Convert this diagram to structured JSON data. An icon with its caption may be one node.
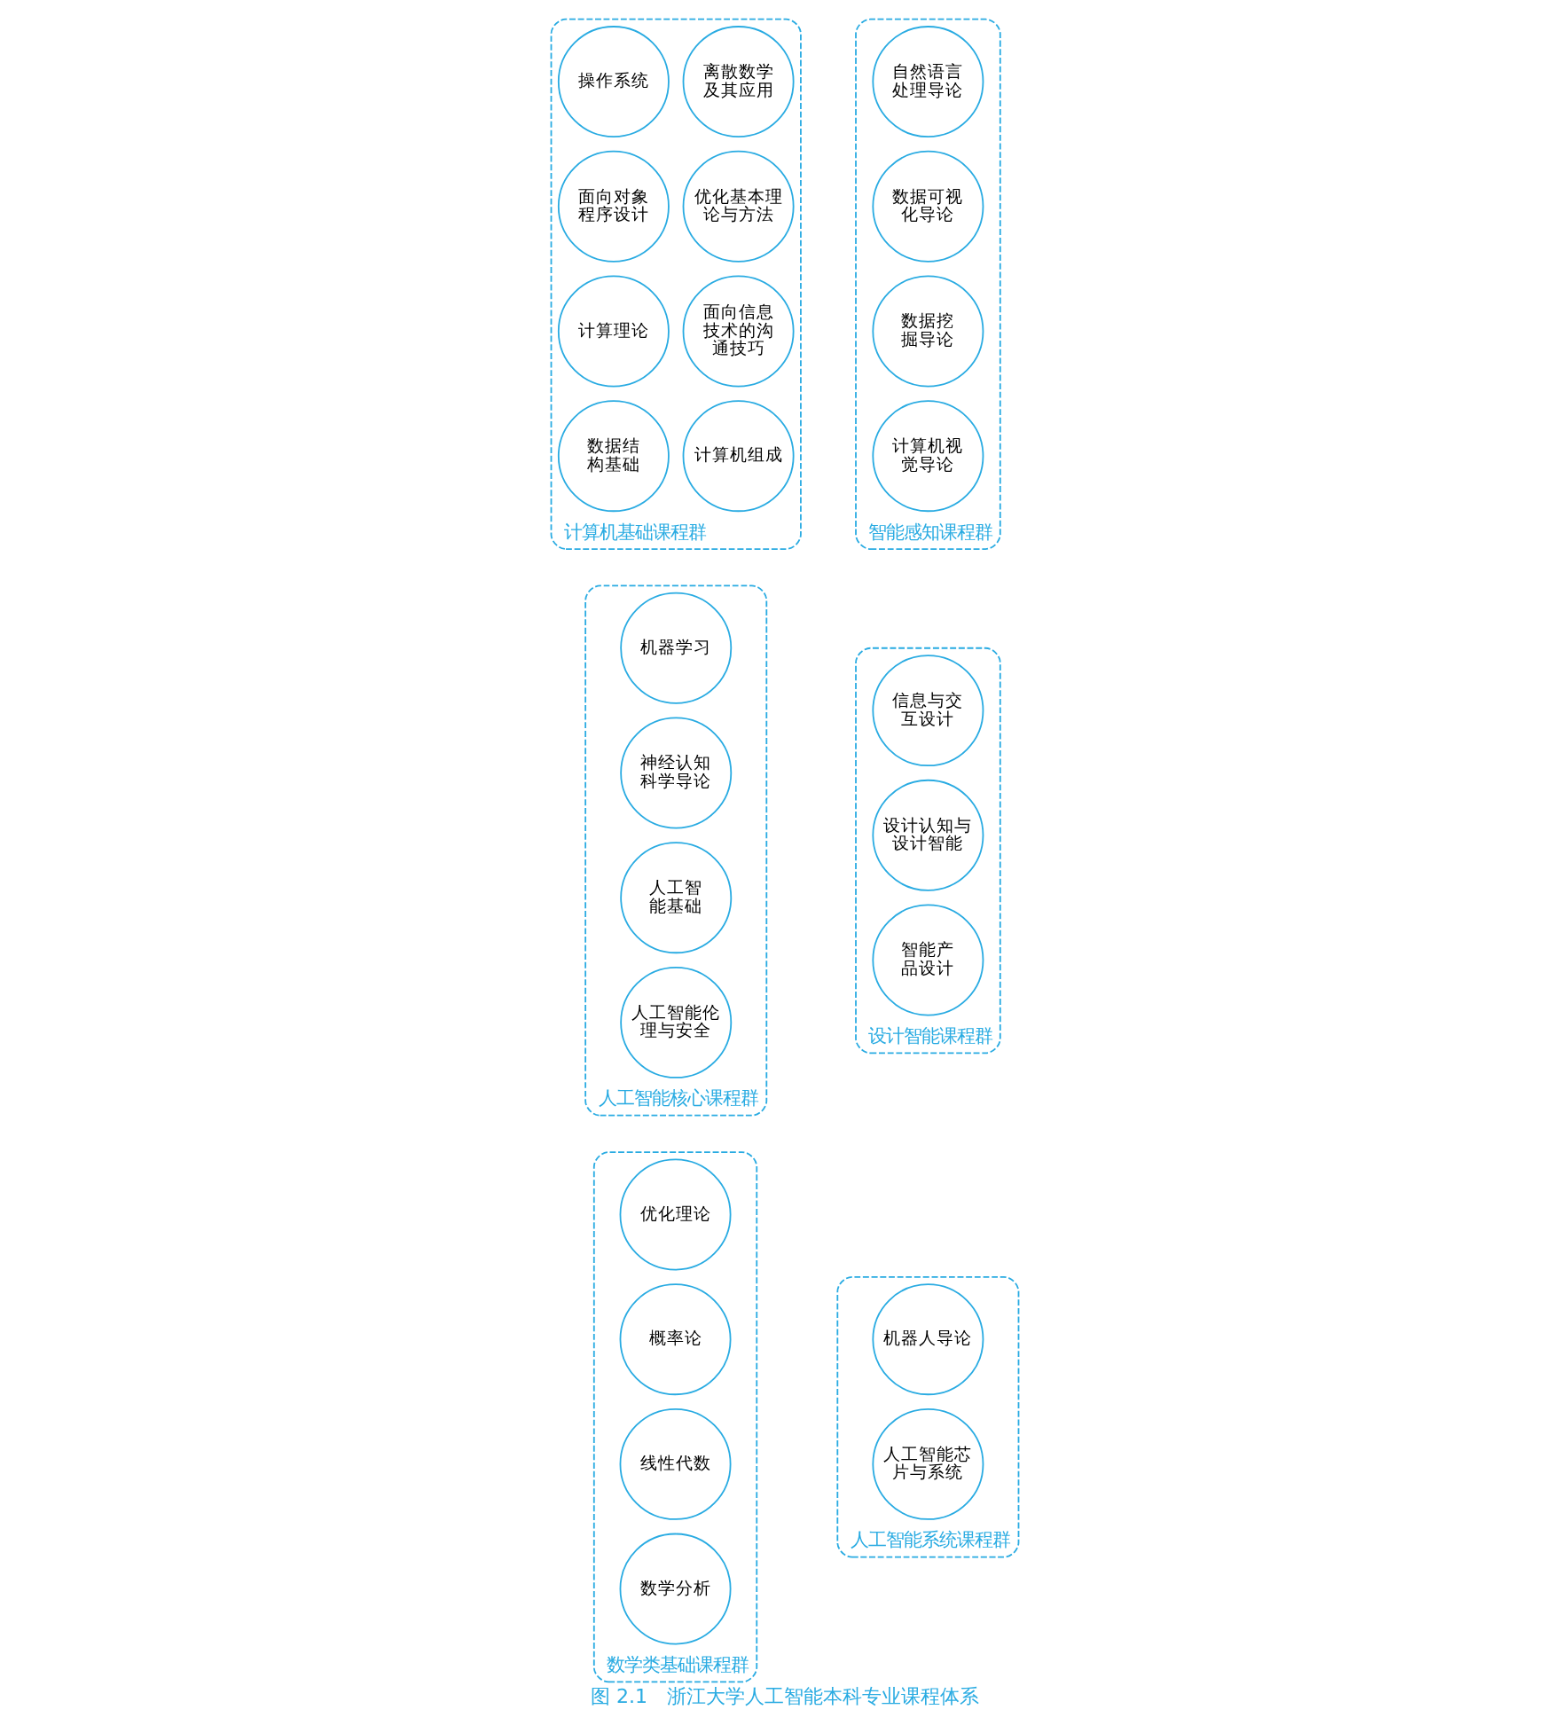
{
  "diagram": {
    "caption": "图 2.1　浙江大学人工智能本科专业课程体系",
    "nodes": [
      {
        "text": [
          "数学类基础课程群"
        ]
      },
      {
        "text": [
          "优化理论"
        ],
        "in": 0
      },
      {
        "text": [
          "概率论"
        ],
        "in": 0
      },
      {
        "text": [
          "线性代数"
        ],
        "in": 0
      },
      {
        "text": [
          "数学分析"
        ],
        "in": 0
      },
      {
        "text": [
          "计算机基础课程群"
        ]
      },
      {
        "text": [
          "操作系统"
        ],
        "in": 5
      },
      {
        "text": [
          "面向对象程序设计"
        ],
        "in": 5
      },
      {
        "text": [
          "计算理论"
        ],
        "in": 5
      },
      {
        "text": [
          "数据结构基础"
        ],
        "in": 5
      },
      {
        "text": [
          "离散数学及其应用"
        ],
        "in": 5
      },
      {
        "text": [
          "优化基本理论与方法"
        ],
        "in": 5
      },
      {
        "text": [
          "面向信息技术的沟通技巧"
        ],
        "in": 5
      },
      {
        "text": [
          "计算机组成"
        ],
        "in": 5
      },
      {
        "text": [
          "智能感知课程群"
        ]
      },
      {
        "text": [
          "自然语言处理导论"
        ],
        "in": 14
      },
      {
        "text": [
          "数据可视化导论"
        ],
        "in": 14
      },
      {
        "text": [
          "数据挖掘导论"
        ],
        "in": 14
      },
      {
        "text": [
          "计算机视觉导论"
        ],
        "in": 14
      },
      {
        "text": [
          "人工智能核心课程群"
        ]
      },
      {
        "text": [
          "机器学习"
        ],
        "in": 19
      },
      {
        "text": [
          "神经认知科学导论"
        ],
        "in": 19
      },
      {
        "text": [
          "人工智能基础"
        ],
        "in": 19
      },
      {
        "text": [
          "人工智能伦理与安全"
        ],
        "in": 19
      },
      {
        "text": [
          "设计智能课程群"
        ]
      },
      {
        "text": [
          "信息与交互设计"
        ],
        "in": 24
      },
      {
        "text": [
          "设计认知与设计智能"
        ],
        "in": 24
      },
      {
        "text": [
          "智能产品设计"
        ],
        "in": 24
      },
      {
        "text": [
          "人工智能系统课程群"
        ]
      },
      {
        "text": [
          "机器人导论"
        ],
        "in": 28
      },
      {
        "text": [
          "人工智能芯片与系统"
        ],
        "in": 28
      }
    ],
    "edges": []
  }
}
